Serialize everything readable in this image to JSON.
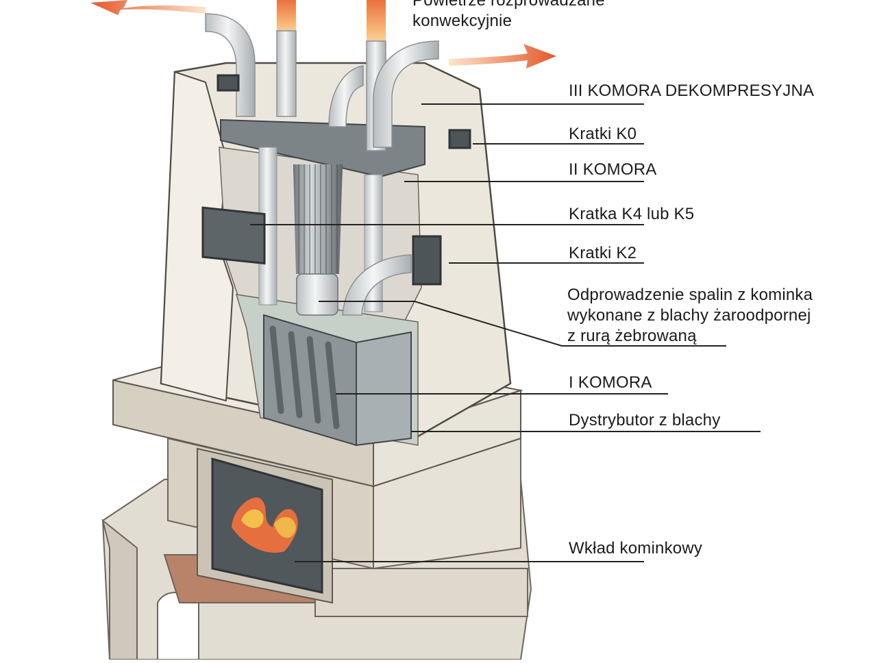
{
  "diagram": {
    "top_caption": "Powietrze rozprowadzane\nkonwekcyjnie",
    "labels": [
      "III KOMORA DEKOMPRESYJNA",
      "Kratki K0",
      "II KOMORA",
      "Kratka K4 lub K5",
      "Kratki K2",
      "Odprowadzenie spalin z kominka\nwykonane z blachy żaroodpornej\nz rurą żebrowaną",
      "I KOMORA",
      "Dystrybutor z blachy",
      "Wkład kominkowy"
    ]
  }
}
